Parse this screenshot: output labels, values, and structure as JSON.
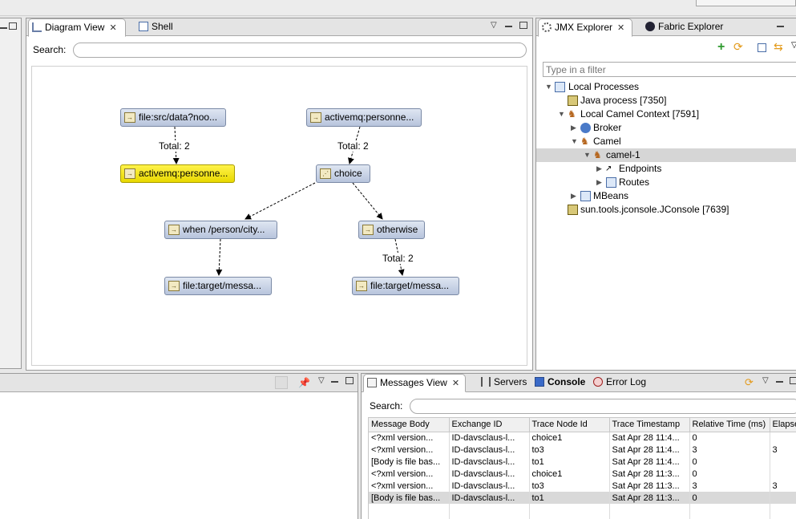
{
  "diagram_panel": {
    "tabs": [
      {
        "label": "Diagram View",
        "active": true,
        "closable": true
      },
      {
        "label": "Shell",
        "active": false,
        "closable": false
      }
    ],
    "search_label": "Search:",
    "search_value": "",
    "nodes": [
      {
        "label": "file:src/data?noo...",
        "selected": false
      },
      {
        "label": "activemq:personne...",
        "selected": true
      },
      {
        "label": "activemq:personne...",
        "selected": false
      },
      {
        "label": "choice",
        "selected": false
      },
      {
        "label": "when /person/city...",
        "selected": false
      },
      {
        "label": "otherwise",
        "selected": false
      },
      {
        "label": "file:target/messa...",
        "selected": false
      },
      {
        "label": "file:target/messa...",
        "selected": false
      }
    ],
    "edge_labels": [
      "Total: 2",
      "Total: 2",
      "Total: 2"
    ]
  },
  "jmx_panel": {
    "tabs": [
      {
        "label": "JMX Explorer",
        "active": true,
        "closable": true
      },
      {
        "label": "Fabric Explorer",
        "active": false,
        "closable": false
      }
    ],
    "filter_placeholder": "Type in a filter",
    "tree": [
      {
        "label": "Local Processes",
        "expanded": true,
        "icon": "local-processes-icon"
      },
      {
        "label": "Java process [7350]",
        "icon": "jar-icon"
      },
      {
        "label": "Local Camel Context [7591]",
        "expanded": true,
        "icon": "camel-icon"
      },
      {
        "label": "Broker",
        "expanded": false,
        "icon": "broker-icon"
      },
      {
        "label": "Camel",
        "expanded": true,
        "icon": "camel-icon"
      },
      {
        "label": "camel-1",
        "expanded": true,
        "icon": "camel-icon",
        "selected": true
      },
      {
        "label": "Endpoints",
        "expanded": false,
        "icon": "endpoints-icon"
      },
      {
        "label": "Routes",
        "expanded": false,
        "icon": "routes-icon"
      },
      {
        "label": "MBeans",
        "expanded": false,
        "icon": "mbeans-icon"
      },
      {
        "label": "sun.tools.jconsole.JConsole [7639]",
        "icon": "jar-icon"
      }
    ]
  },
  "messages_panel": {
    "tabs": [
      {
        "label": "Messages View",
        "active": true,
        "closable": true
      },
      {
        "label": "Servers",
        "active": false
      },
      {
        "label": "Console",
        "active": false
      },
      {
        "label": "Error Log",
        "active": false
      }
    ],
    "search_label": "Search:",
    "search_value": "",
    "columns": [
      "Message Body",
      "Exchange ID",
      "Trace Node Id",
      "Trace Timestamp",
      "Relative Time (ms)",
      "Elapsed"
    ],
    "rows": [
      [
        "<?xml version...",
        "ID-davsclaus-l...",
        "choice1",
        "Sat Apr 28 11:4...",
        "0",
        ""
      ],
      [
        "<?xml version...",
        "ID-davsclaus-l...",
        "to3",
        "Sat Apr 28 11:4...",
        "3",
        "3"
      ],
      [
        "[Body is file bas...",
        "ID-davsclaus-l...",
        "to1",
        "Sat Apr 28 11:4...",
        "0",
        ""
      ],
      [
        "<?xml version...",
        "ID-davsclaus-l...",
        "choice1",
        "Sat Apr 28 11:3...",
        "0",
        ""
      ],
      [
        "<?xml version...",
        "ID-davsclaus-l...",
        "to3",
        "Sat Apr 28 11:3...",
        "3",
        "3"
      ],
      [
        "[Body is file bas...",
        "ID-davsclaus-l...",
        "to1",
        "Sat Apr 28 11:3...",
        "0",
        ""
      ]
    ],
    "selected_row": 5
  },
  "colors": {
    "node_fill": "#c9d3e6",
    "node_selected": "#f2e600",
    "accent_green": "#2e9a2e",
    "accent_orange": "#e39a1a"
  }
}
